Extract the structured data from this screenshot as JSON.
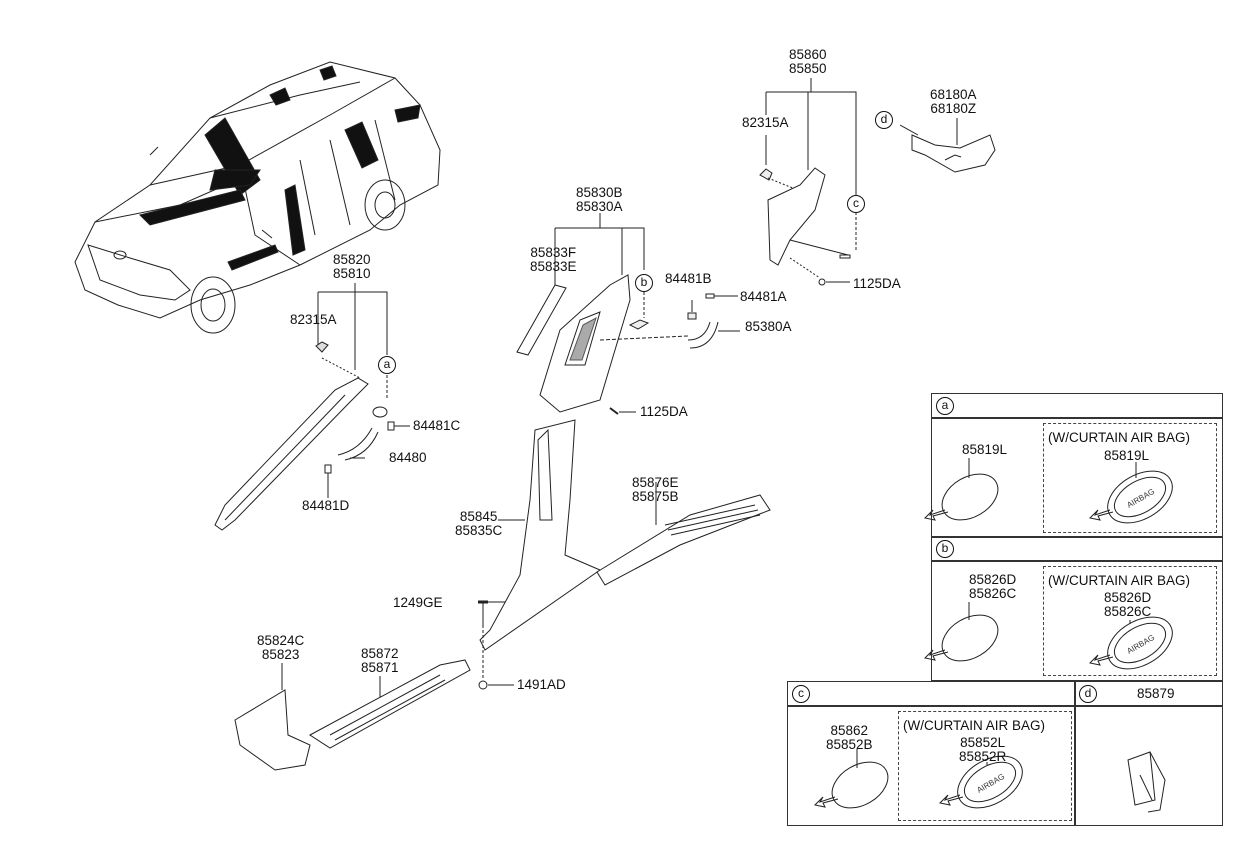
{
  "diagram": {
    "labels": {
      "a_pillar_upper_top": "85820",
      "a_pillar_upper_bottom": "85810",
      "a_clip": "82315A",
      "a_cap_c": "84481C",
      "a_handle": "84480",
      "a_cap_d": "84481D",
      "b_upper_top": "85830B",
      "b_upper_bottom": "85830A",
      "b_cover_top": "85833F",
      "b_cover_bottom": "85833E",
      "b_cap_b": "84481B",
      "b_cap_a": "84481A",
      "b_handle": "85380A",
      "b_screw": "1125DA",
      "b_lower_top": "85845",
      "b_lower_bottom": "85835C",
      "scuff_r_top": "85876E",
      "scuff_r_bottom": "85875B",
      "screw_1249": "1249GE",
      "clip_1491": "1491AD",
      "kick_top": "85824C",
      "kick_bottom": "85823",
      "scuff_f_top": "85872",
      "scuff_f_bottom": "85871",
      "c_pillar_top": "85860",
      "c_pillar_bottom": "85850",
      "c_clip": "82315A",
      "c_screw": "1125DA",
      "d_trim_top": "68180A",
      "d_trim_bottom": "68180Z"
    },
    "callouts": [
      "a",
      "b",
      "c",
      "d"
    ]
  },
  "insets": {
    "a": {
      "letter": "a",
      "left_part": "85819L",
      "note": "(W/CURTAIN AIR BAG)",
      "right_part": "85819L"
    },
    "b": {
      "letter": "b",
      "left_top": "85826D",
      "left_bottom": "85826C",
      "note": "(W/CURTAIN AIR BAG)",
      "right_top": "85826D",
      "right_bottom": "85826C"
    },
    "c": {
      "letter": "c",
      "left_top": "85862",
      "left_bottom": "85852B",
      "note": "(W/CURTAIN AIR BAG)",
      "right_top": "85852L",
      "right_bottom": "85852R"
    },
    "d": {
      "letter": "d",
      "part": "85879"
    }
  },
  "airbag_word": "AIRBAG"
}
